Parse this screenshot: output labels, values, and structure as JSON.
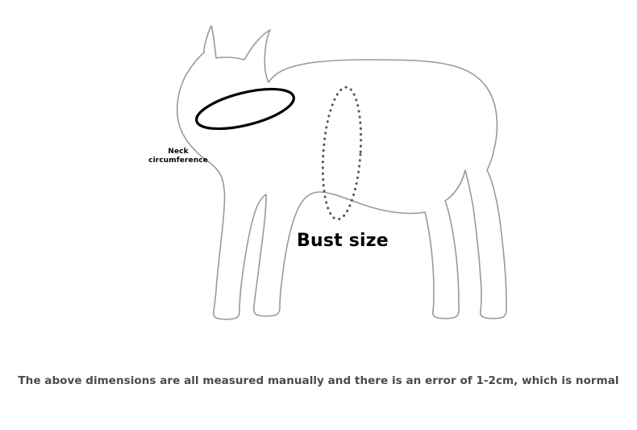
{
  "diagram": {
    "title": "dog-measurement-guide",
    "labels": {
      "neck_line1": "Neck",
      "neck_line2": "circumference",
      "bust": "Bust size"
    },
    "footer_note": "The above dimensions are all measured manually and there is an error of 1-2cm, which is normal",
    "colors": {
      "background": "#ffffff",
      "outline": "#9a9a9a",
      "neck_ring": "#000000",
      "bust_ring": "#555555",
      "label_text": "#000000",
      "footer_text": "#4a4a4a"
    },
    "measurements": [
      {
        "name": "neck-circumference",
        "style": "solid-ellipse"
      },
      {
        "name": "bust-size",
        "style": "dotted-ellipse"
      }
    ]
  }
}
